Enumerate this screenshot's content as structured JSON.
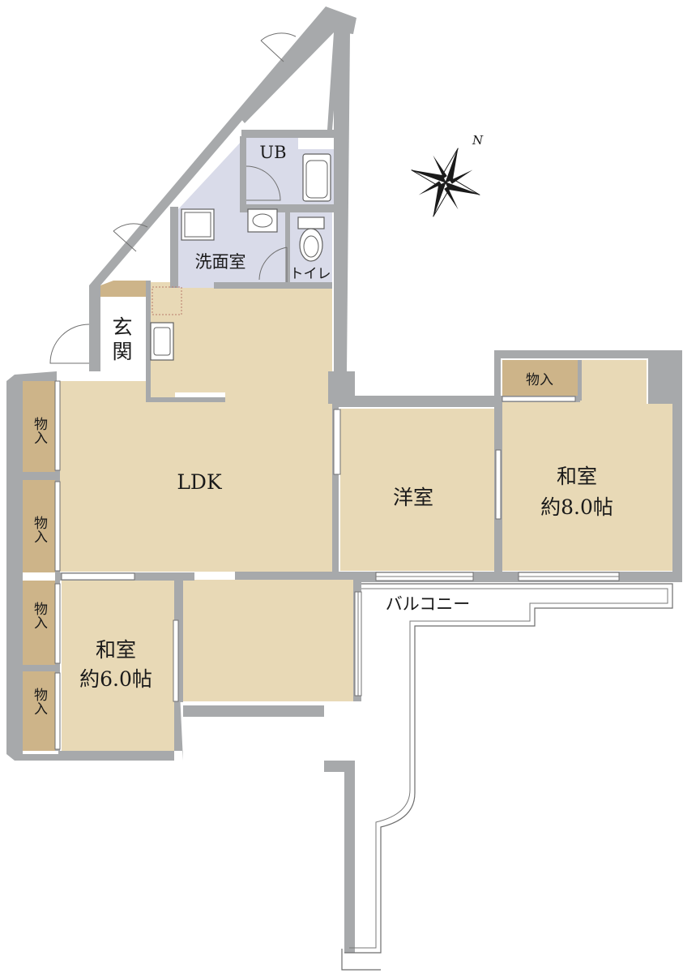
{
  "rooms": {
    "ldk": "LDK",
    "youshitsu": "洋室",
    "washitsu_8_name": "和室",
    "washitsu_8_size": "約8.0帖",
    "washitsu_6_name": "和室",
    "washitsu_6_size": "約6.0帖",
    "senmenshitsu": "洗面室",
    "toilet": "トイレ",
    "ub": "UB",
    "genkan_1": "玄",
    "genkan_2": "関",
    "balcony": "バルコニー",
    "closet": "物入"
  },
  "compass": {
    "label": "N"
  },
  "colors": {
    "wall": "#a7a9ab",
    "floor": "#e8d9b6",
    "closet": "#cdb489",
    "wet_area": "#d9dbe9"
  }
}
